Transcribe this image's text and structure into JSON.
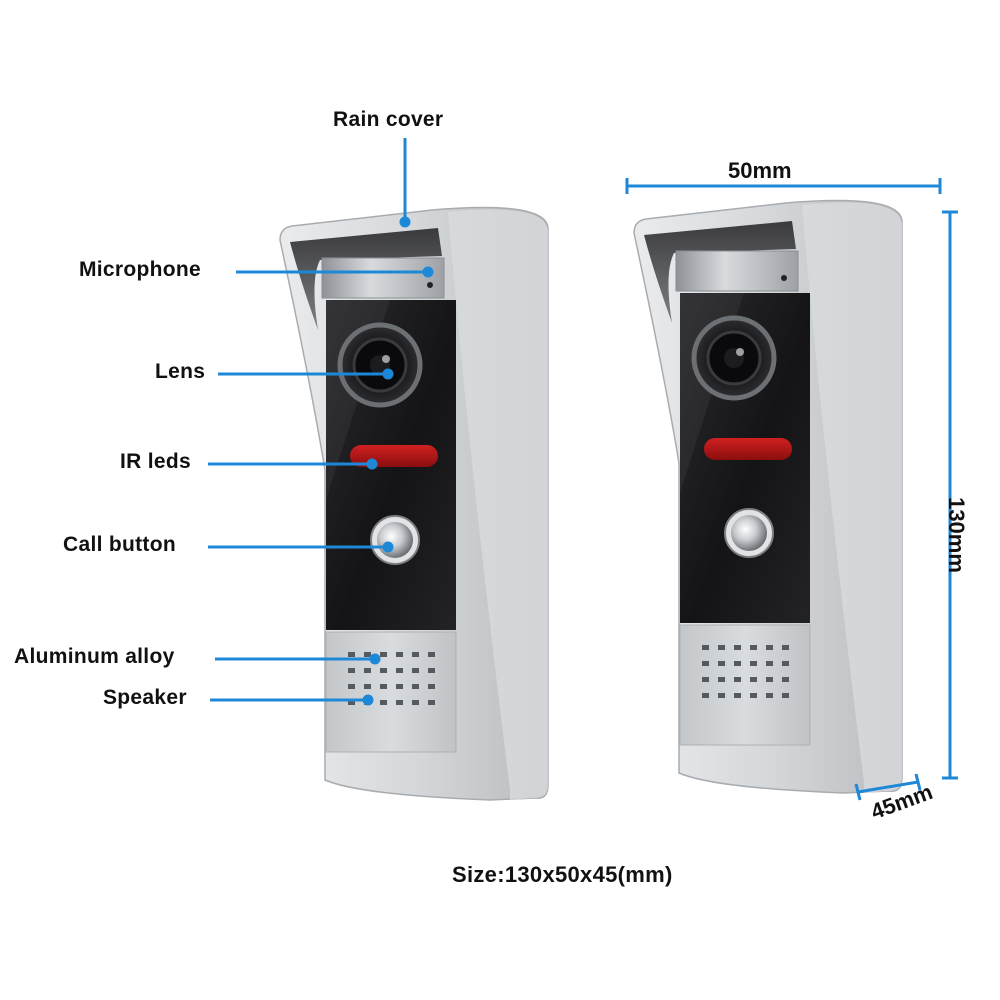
{
  "labels": {
    "rain_cover": "Rain cover",
    "microphone": "Microphone",
    "lens": "Lens",
    "ir_leds": "IR leds",
    "call_button": "Call button",
    "aluminum_alloy": "Aluminum alloy",
    "speaker": "Speaker"
  },
  "dimensions": {
    "width": "50mm",
    "height": "130mm",
    "depth": "45mm"
  },
  "size_caption": "Size:130x50x45(mm)",
  "colors": {
    "callout_line": "#1e88d8",
    "housing": "#cfd2d5",
    "panel": "#1b1b1e",
    "ir_strip": "#b81414",
    "text": "#111111"
  }
}
